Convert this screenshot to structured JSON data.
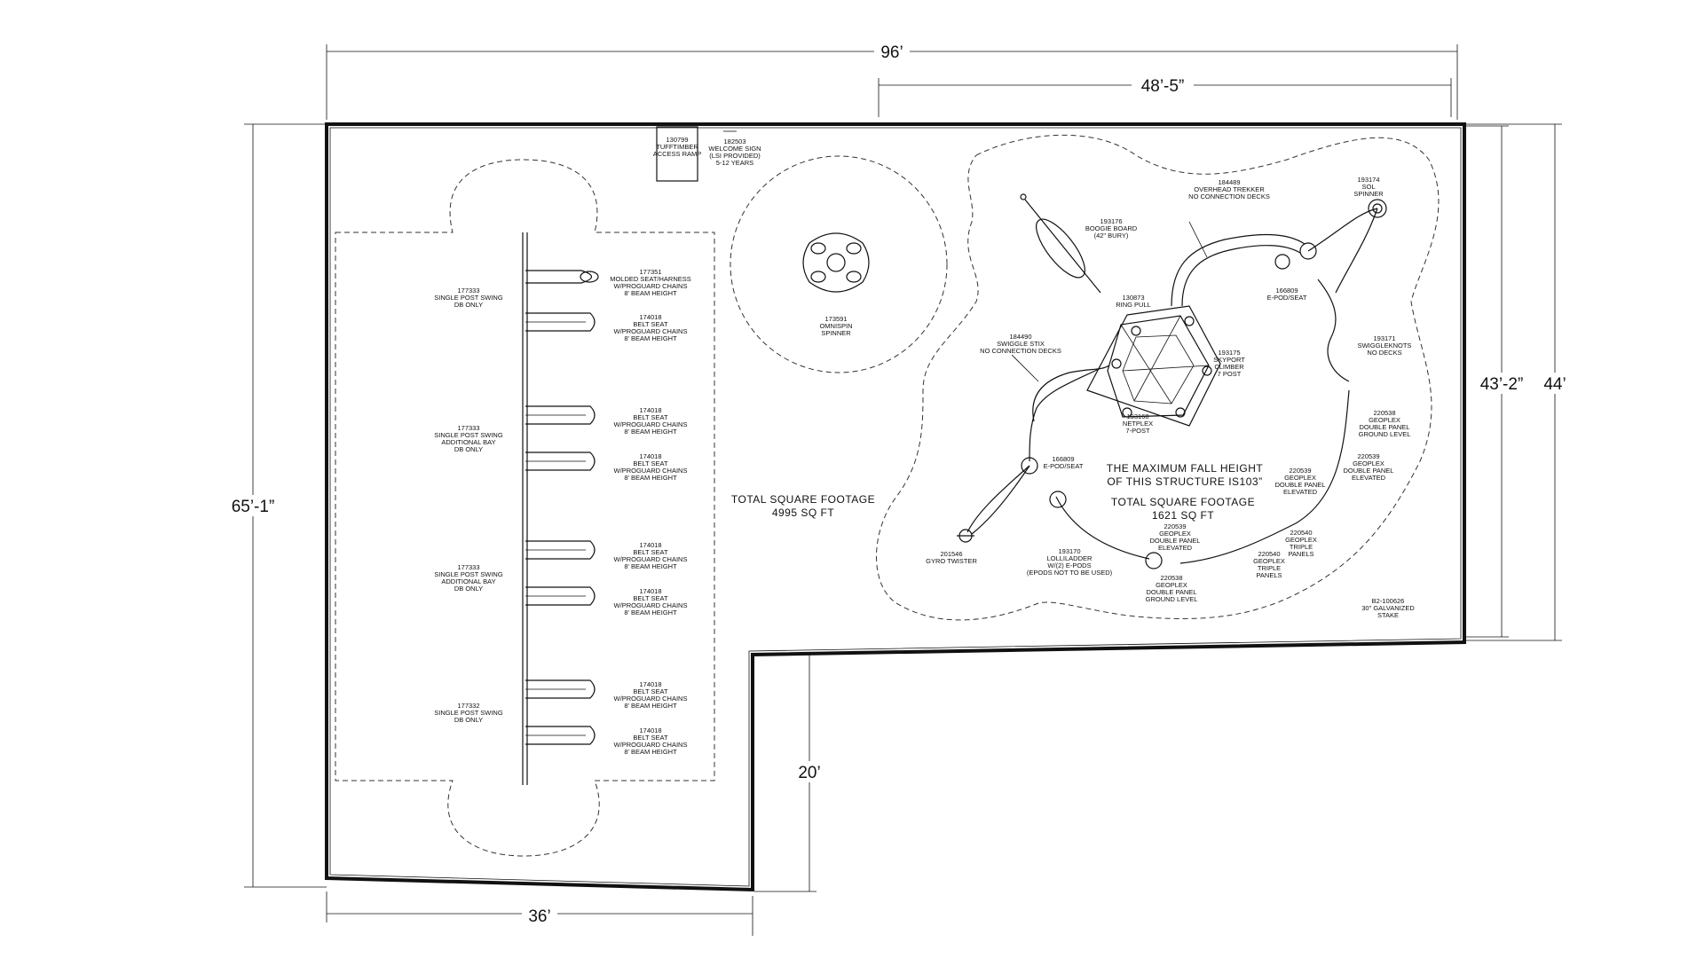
{
  "dimensions": {
    "top_width": "96’",
    "top_right_width": "48’-5”",
    "left_height": "65’-1”",
    "right_inner_height": "43’-2”",
    "right_outer_height": "44’",
    "bottom_width": "36’",
    "notch_height": "20’"
  },
  "entrance": {
    "ramp": [
      "130799",
      "TUFFTIMBER",
      "ACCESS RAMP"
    ],
    "sign": [
      "182503",
      "WELCOME SIGN",
      "(LSI PROVIDED)",
      "5-12 YEARS"
    ]
  },
  "swings": {
    "bays": [
      [
        "177333",
        "SINGLE POST SWING",
        "DB ONLY"
      ],
      [
        "177333",
        "SINGLE POST SWING",
        "ADDITIONAL BAY",
        "DB ONLY"
      ],
      [
        "177333",
        "SINGLE POST SWING",
        "ADDITIONAL BAY",
        "DB ONLY"
      ],
      [
        "177332",
        "SINGLE POST SWING",
        "DB ONLY"
      ]
    ],
    "seats": [
      [
        "177351",
        "MOLDED SEAT/HARNESS",
        "W/PROGUARD CHAINS",
        "8' BEAM HEIGHT"
      ],
      [
        "174018",
        "BELT SEAT",
        "W/PROGUARD CHAINS",
        "8' BEAM HEIGHT"
      ],
      [
        "174018",
        "BELT SEAT",
        "W/PROGUARD CHAINS",
        "8' BEAM HEIGHT"
      ],
      [
        "174018",
        "BELT SEAT",
        "W/PROGUARD CHAINS",
        "8' BEAM HEIGHT"
      ],
      [
        "174018",
        "BELT SEAT",
        "W/PROGUARD CHAINS",
        "8' BEAM HEIGHT"
      ],
      [
        "174018",
        "BELT SEAT",
        "W/PROGUARD CHAINS",
        "8' BEAM HEIGHT"
      ],
      [
        "174018",
        "BELT SEAT",
        "W/PROGUARD CHAINS",
        "8' BEAM HEIGHT"
      ],
      [
        "174018",
        "BELT SEAT",
        "W/PROGUARD CHAINS",
        "8' BEAM HEIGHT"
      ]
    ]
  },
  "spinner": [
    "173591",
    "OMNISPIN",
    "SPINNER"
  ],
  "surfacing_total": [
    "TOTAL SQUARE FOOTAGE",
    "4995 SQ FT"
  ],
  "structure": {
    "fall_height": [
      "THE MAXIMUM FALL HEIGHT",
      "OF THIS STRUCTURE IS103”"
    ],
    "area": [
      "TOTAL SQUARE FOOTAGE",
      "1621 SQ FT"
    ],
    "components": [
      [
        "193176",
        "BOOGIE BOARD",
        "(42\" BURY)"
      ],
      [
        "184489",
        "OVERHEAD TREKKER",
        "NO CONNECTION DECKS"
      ],
      [
        "193174",
        "SOL",
        "SPINNER"
      ],
      [
        "130873",
        "RING PULL"
      ],
      [
        "166809",
        "E-POD/SEAT"
      ],
      [
        "184490",
        "SWIGGLE STIX",
        "NO CONNECTION DECKS"
      ],
      [
        "193175",
        "SKYPORT",
        "CLIMBER",
        "7 POST"
      ],
      [
        "193171",
        "SWIGGLEKNOTS",
        "NO DECKS"
      ],
      [
        "193168",
        "NETPLEX",
        "7-POST"
      ],
      [
        "220538",
        "GEOPLEX",
        "DOUBLE PANEL",
        "GROUND LEVEL"
      ],
      [
        "166809",
        "E-POD/SEAT"
      ],
      [
        "220539",
        "GEOPLEX",
        "DOUBLE PANEL",
        "ELEVATED"
      ],
      [
        "220539",
        "GEOPLEX",
        "DOUBLE PANEL",
        "ELEVATED"
      ],
      [
        "201546",
        "GYRO TWISTER"
      ],
      [
        "193170",
        "LOLLILADDER",
        "W/(2) E-PODS",
        "(EPODS NOT TO BE USED)"
      ],
      [
        "220539",
        "GEOPLEX",
        "DOUBLE PANEL",
        "ELEVATED"
      ],
      [
        "220540",
        "GEOPLEX",
        "TRIPLE",
        "PANELS"
      ],
      [
        "220540",
        "GEOPLEX",
        "TRIPLE",
        "PANELS"
      ],
      [
        "220538",
        "GEOPLEX",
        "DOUBLE PANEL",
        "GROUND LEVEL"
      ],
      [
        "B2-100626",
        "30\" GALVANIZED",
        "STAKE"
      ]
    ]
  }
}
